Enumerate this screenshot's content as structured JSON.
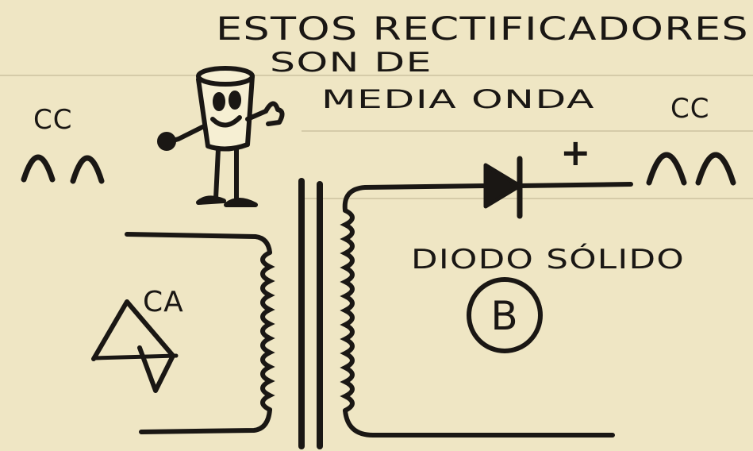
{
  "title": {
    "line1": "ESTOS RECTIFICADORES",
    "line2": "SON DE",
    "line3": "MEDIA ONDA"
  },
  "left_label": "CC",
  "right_label": "CC",
  "ac_label": "CA",
  "plus_sign": "+",
  "diode_label": "DIODO SÓLIDO",
  "circle_label": "B",
  "colors": {
    "ink": "#1a1714",
    "paper": "#efe6c4"
  }
}
